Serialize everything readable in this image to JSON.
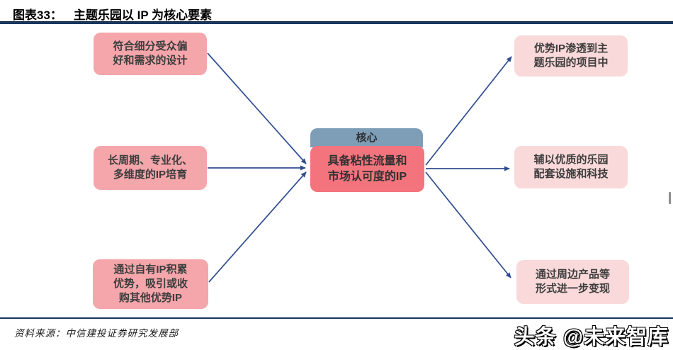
{
  "figure": {
    "label": "图表33：",
    "title": "主题乐园以 IP 为核心要素"
  },
  "diagram": {
    "center": {
      "header": "核心",
      "text": "具备粘性流量和\n市场认可度的IP"
    },
    "left_nodes": [
      {
        "text": "符合细分受众偏\n好和需求的设计"
      },
      {
        "text": "长周期、专业化、\n多维度的IP培育"
      },
      {
        "text": "通过自有IP积累\n优势，吸引或收\n购其他优势IP"
      }
    ],
    "right_nodes": [
      {
        "text": "优势IP渗透到主\n题乐园的项目中"
      },
      {
        "text": "辅以优质的乐园\n配套设施和科技"
      },
      {
        "text": "通过周边产品等\n形式进一步变现"
      }
    ]
  },
  "footer": {
    "source": "资料来源：中信建投证券研究发展部",
    "watermark": "头条 @未来智库"
  },
  "colors": {
    "rule_navy": "#17375e",
    "arrow_blue": "#2f4d8f",
    "left_node_fill": "#f5a6ab",
    "right_node_fill": "#fad9da",
    "center_fill": "#f3747c",
    "center_header_fill": "#7e9db7",
    "node_text": "#3d3d3d"
  }
}
